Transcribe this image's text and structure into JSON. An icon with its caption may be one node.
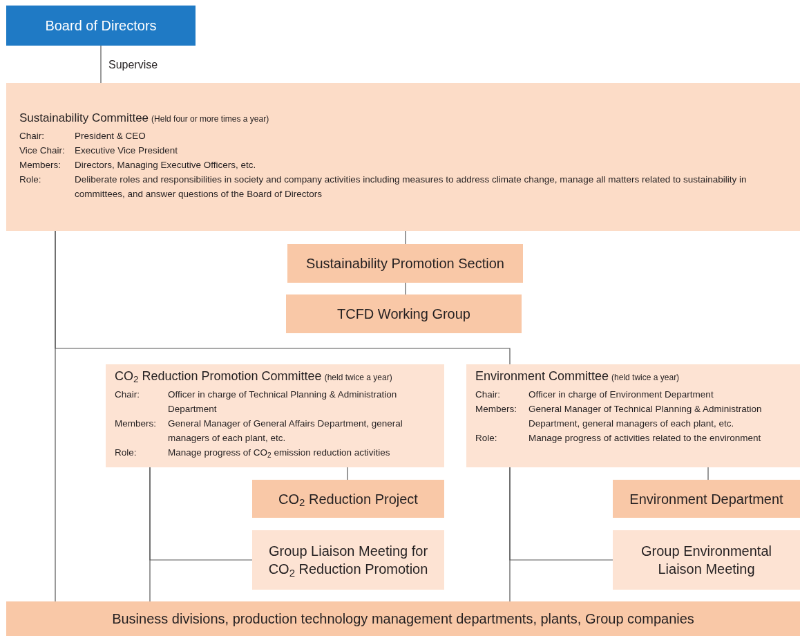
{
  "diagram": {
    "nodes": [
      {
        "text": [
          "Board of Directors"
        ]
      },
      {
        "text": [
          "Sustainability Committee",
          "(Held four or more times a year)",
          "Chair:",
          "President & CEO",
          "Vice Chair:",
          "Executive Vice President",
          "Members:",
          "Directors, Managing Executive Officers, etc.",
          "Role:",
          "Deliberate roles and responsibilities in society and company activities including measures to address climate change, manage all matters related to sustainability in committees, and answer questions of the Board of Directors"
        ]
      },
      {
        "text": [
          "Sustainability Promotion Section"
        ]
      },
      {
        "text": [
          "TCFD Working Group"
        ]
      },
      {
        "text": [
          "CO$_{2}$ Reduction Promotion Committee",
          "(held twice a year)",
          "Chair:",
          "Officer in charge of Technical Planning & Administration Department",
          "Members:",
          "General Manager of General Affairs Department, general managers of each plant, etc.",
          "Role:",
          "Manage progress of CO$_{2}$ emission reduction activities"
        ]
      },
      {
        "text": [
          "Environment Committee",
          "(held twice a year)",
          "Chair:",
          "Officer in charge of Environment Department",
          "Members:",
          "General Manager of Technical Planning & Administration Department, general managers of each plant, etc.",
          "Role:",
          "Manage progress of activities related to the environment"
        ]
      },
      {
        "text": [
          "CO$_{2}$ Reduction Project"
        ]
      },
      {
        "text": [
          "Group Liaison Meeting for CO$_{2}$ Reduction Promotion"
        ]
      },
      {
        "text": [
          "Environment Department"
        ]
      },
      {
        "text": [
          "Group Environmental Liaison Meeting"
        ]
      },
      {
        "text": [
          "Business divisions, production technology management departments, plants, Group companies"
        ]
      }
    ],
    "edges": [
      {
        "from": 0,
        "to": 1,
        "arrow": "none",
        "label": "Supervise"
      },
      {
        "from": 1,
        "to": 2,
        "arrow": "none"
      },
      {
        "from": 2,
        "to": 3,
        "arrow": "none"
      },
      {
        "from": 1,
        "to": 10,
        "arrow": "none"
      },
      {
        "from": 1,
        "to": 5,
        "arrow": "none"
      },
      {
        "from": 4,
        "to": 6,
        "arrow": "none"
      },
      {
        "from": 4,
        "to": 7,
        "arrow": "none"
      },
      {
        "from": 4,
        "to": 10,
        "arrow": "none"
      },
      {
        "from": 5,
        "to": 8,
        "arrow": "none"
      },
      {
        "from": 5,
        "to": 9,
        "arrow": "none"
      },
      {
        "from": 5,
        "to": 10,
        "arrow": "none"
      }
    ]
  }
}
